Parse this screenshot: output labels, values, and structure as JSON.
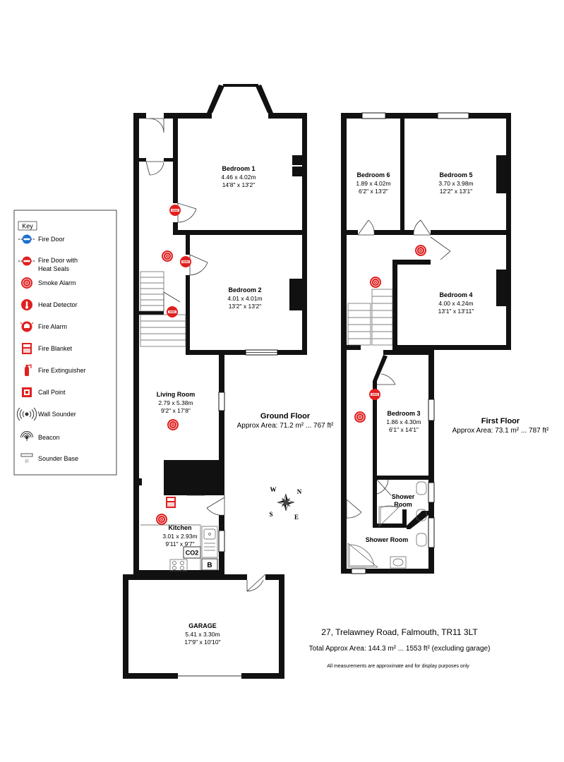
{
  "key": {
    "title": "Key",
    "items": [
      {
        "icon": "fire-door-icon",
        "label": "Fire Door"
      },
      {
        "icon": "fire-door-heat-seals-icon",
        "label": "Fire Door with",
        "label2": "Heat Seals"
      },
      {
        "icon": "smoke-alarm-icon",
        "label": "Smoke Alarm"
      },
      {
        "icon": "heat-detector-icon",
        "label": "Heat Detector"
      },
      {
        "icon": "fire-alarm-icon",
        "label": "Fire Alarm"
      },
      {
        "icon": "fire-blanket-icon",
        "label": "Fire Blanket"
      },
      {
        "icon": "fire-extinguisher-icon",
        "label": "Fire Extinguisher"
      },
      {
        "icon": "call-point-icon",
        "label": "Call Point"
      },
      {
        "icon": "wall-sounder-icon",
        "label": "Wall Sounder"
      },
      {
        "icon": "beacon-icon",
        "label": "Beacon"
      },
      {
        "icon": "sounder-base-icon",
        "label": "Sounder Base"
      }
    ]
  },
  "ground_floor": {
    "title": "Ground Floor",
    "area": "Approx Area: 71.2 m² ... 767 ft²",
    "rooms": {
      "bedroom1": {
        "name": "Bedroom 1",
        "metric": "4.46 x 4.02m",
        "imperial": "14'8\" x 13'2\""
      },
      "bedroom2": {
        "name": "Bedroom 2",
        "metric": "4.01 x 4.01m",
        "imperial": "13'2\" x 13'2\""
      },
      "living": {
        "name": "Living Room",
        "metric": "2.79 x 5.38m",
        "imperial": "9'2\" x 17'8\""
      },
      "kitchen": {
        "name": "Kitchen",
        "metric": "3.01 x 2.93m",
        "imperial": "9'11\" x 9'7\""
      },
      "garage": {
        "name": "GARAGE",
        "metric": "5.41 x 3.30m",
        "imperial": "17'9\" x 10'10\""
      }
    },
    "labels": {
      "co2": "CO2",
      "boiler": "B"
    }
  },
  "first_floor": {
    "title": "First Floor",
    "area": "Approx Area: 73.1 m² ... 787 ft²",
    "rooms": {
      "bedroom6": {
        "name": "Bedroom 6",
        "metric": "1.89 x 4.02m",
        "imperial": "6'2\" x 13'2\""
      },
      "bedroom5": {
        "name": "Bedroom 5",
        "metric": "3.70 x 3.98m",
        "imperial": "12'2\" x 13'1\""
      },
      "bedroom4": {
        "name": "Bedroom 4",
        "metric": "4.00 x 4.24m",
        "imperial": "13'1\" x 13'11\""
      },
      "bedroom3": {
        "name": "Bedroom 3",
        "metric": "1.86 x 4.30m",
        "imperial": "6'1\" x 14'1\""
      },
      "shower1": {
        "name": "Shower",
        "name2": "Room"
      },
      "shower2": {
        "name": "Shower Room"
      }
    }
  },
  "compass": {
    "w": "W",
    "n": "N",
    "s": "S",
    "e": "E"
  },
  "footer": {
    "address": "27, Trelawney Road, Falmouth, TR11 3LT",
    "total_area": "Total Approx Area: 144.3 m² ... 1553 ft² (excluding garage)",
    "disclaimer": "All measurements are approximate and for display purposes only"
  },
  "colors": {
    "wall": "#111111",
    "alarm": "#e02020",
    "line": "#333333"
  }
}
